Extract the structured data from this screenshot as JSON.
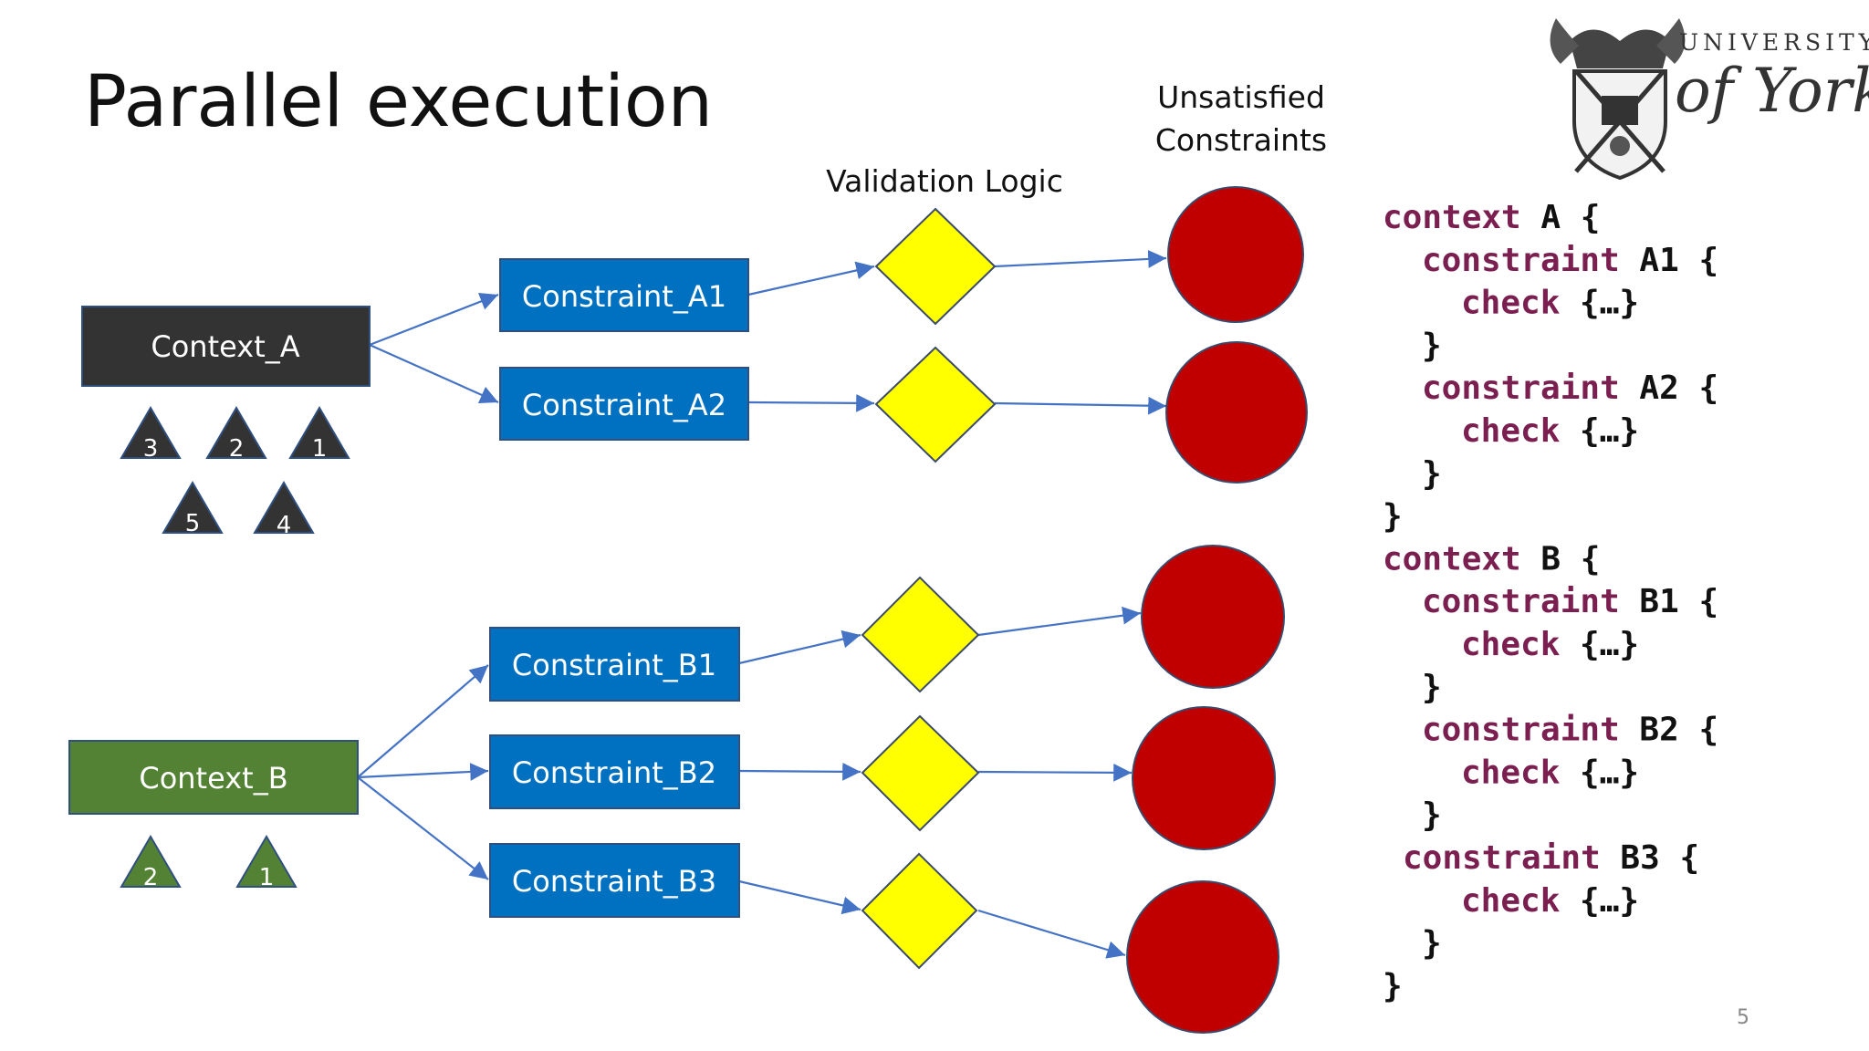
{
  "slide": {
    "title": "Parallel execution",
    "page_number": "5"
  },
  "labels": {
    "validation_logic": "Validation Logic",
    "unsatisfied_line1": "Unsatisfied",
    "unsatisfied_line2": "Constraints"
  },
  "logo": {
    "line1": "UNIVERSITY",
    "line2": "of York"
  },
  "contexts": [
    {
      "label": "Context_A",
      "color": "#333333",
      "triangles": [
        "3",
        "2",
        "1",
        "5",
        "4"
      ]
    },
    {
      "label": "Context_B",
      "color": "#548235",
      "triangles": [
        "2",
        "1"
      ]
    }
  ],
  "constraints": [
    "Constraint_A1",
    "Constraint_A2",
    "Constraint_B1",
    "Constraint_B2",
    "Constraint_B3"
  ],
  "colors": {
    "constraint_box": "#0070C0",
    "validation_diamond": "#FFFF00",
    "unsatisfied_circle": "#C00000",
    "arrow": "#4472C4"
  },
  "code_lines": [
    [
      "context",
      "A",
      "{"
    ],
    [
      "constraint",
      "A1",
      "{"
    ],
    [
      "check",
      "{…}",
      ""
    ],
    [
      "}",
      "",
      ""
    ],
    [
      "constraint",
      "A2",
      "{"
    ],
    [
      "check",
      "{…}",
      ""
    ],
    [
      "}",
      "",
      ""
    ],
    [
      "}",
      "",
      ""
    ],
    [
      "context",
      "B",
      "{"
    ],
    [
      "constraint",
      "B1",
      "{"
    ],
    [
      "check",
      "{…}",
      ""
    ],
    [
      "}",
      "",
      ""
    ],
    [
      "constraint",
      "B2",
      "{"
    ],
    [
      "check",
      "{…}",
      ""
    ],
    [
      "}",
      "",
      ""
    ],
    [
      "constraint",
      "B3",
      "{"
    ],
    [
      "check",
      "{…}",
      ""
    ],
    [
      "}",
      "",
      ""
    ],
    [
      "}",
      "",
      ""
    ]
  ]
}
